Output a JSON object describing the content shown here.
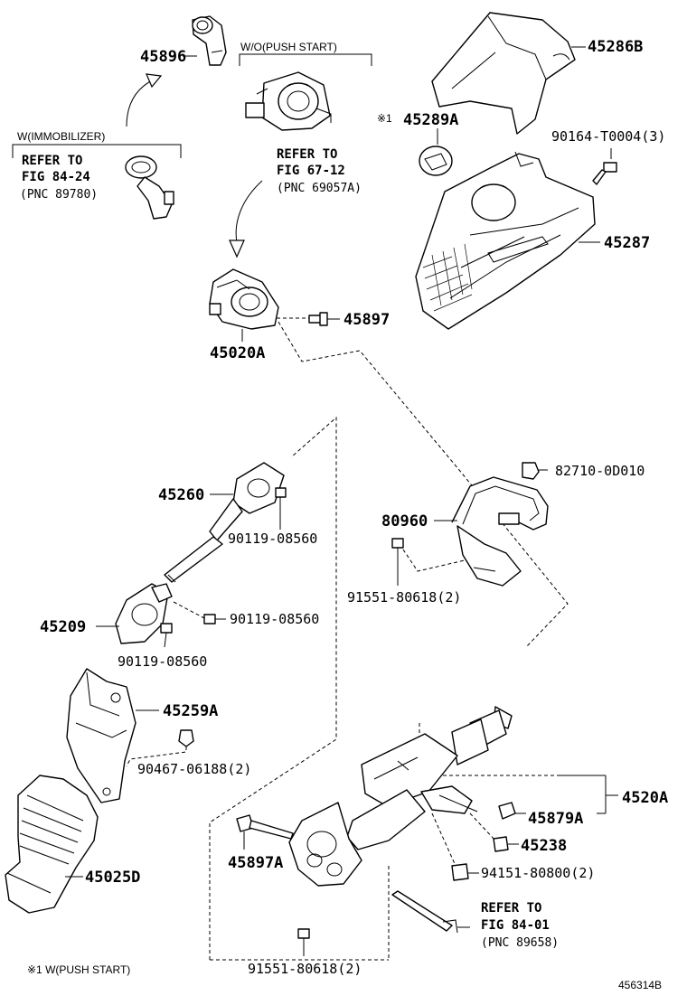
{
  "diagram_id": "456314B",
  "footnote": "※1 W(PUSH START)",
  "groups": {
    "wo_push_start": "W/O(PUSH START)",
    "w_immobilizer": "W(IMMOBILIZER)"
  },
  "refs": {
    "immobilizer": {
      "line1": "REFER TO",
      "line2": "FIG 84-24",
      "line3": "(PNC 89780)"
    },
    "push_start": {
      "line1": "REFER TO",
      "line2": "FIG 67-12",
      "line3": "(PNC 69057A)"
    },
    "lower": {
      "line1": "REFER TO",
      "line2": "FIG 84-01",
      "line3": "(PNC 89658)"
    }
  },
  "parts": {
    "p45896": "45896",
    "p45286B": "45286B",
    "p45289A_mark": "※1",
    "p45289A": "45289A",
    "p90164": "90164-T0004(3)",
    "p45287": "45287",
    "p45897": "45897",
    "p45020A": "45020A",
    "p82710": "82710-0D010",
    "p45260": "45260",
    "p90119_a": "90119-08560",
    "p80960": "80960",
    "p91551_a": "91551-80618(2)",
    "p45209": "45209",
    "p90119_b": "90119-08560",
    "p90119_c": "90119-08560",
    "p45259A": "45259A",
    "p90467": "90467-06188(2)",
    "p4520A": "4520A",
    "p45879A": "45879A",
    "p45238": "45238",
    "p45897A": "45897A",
    "p94151": "94151-80800(2)",
    "p45025D": "45025D",
    "p91551_b": "91551-80618(2)"
  }
}
